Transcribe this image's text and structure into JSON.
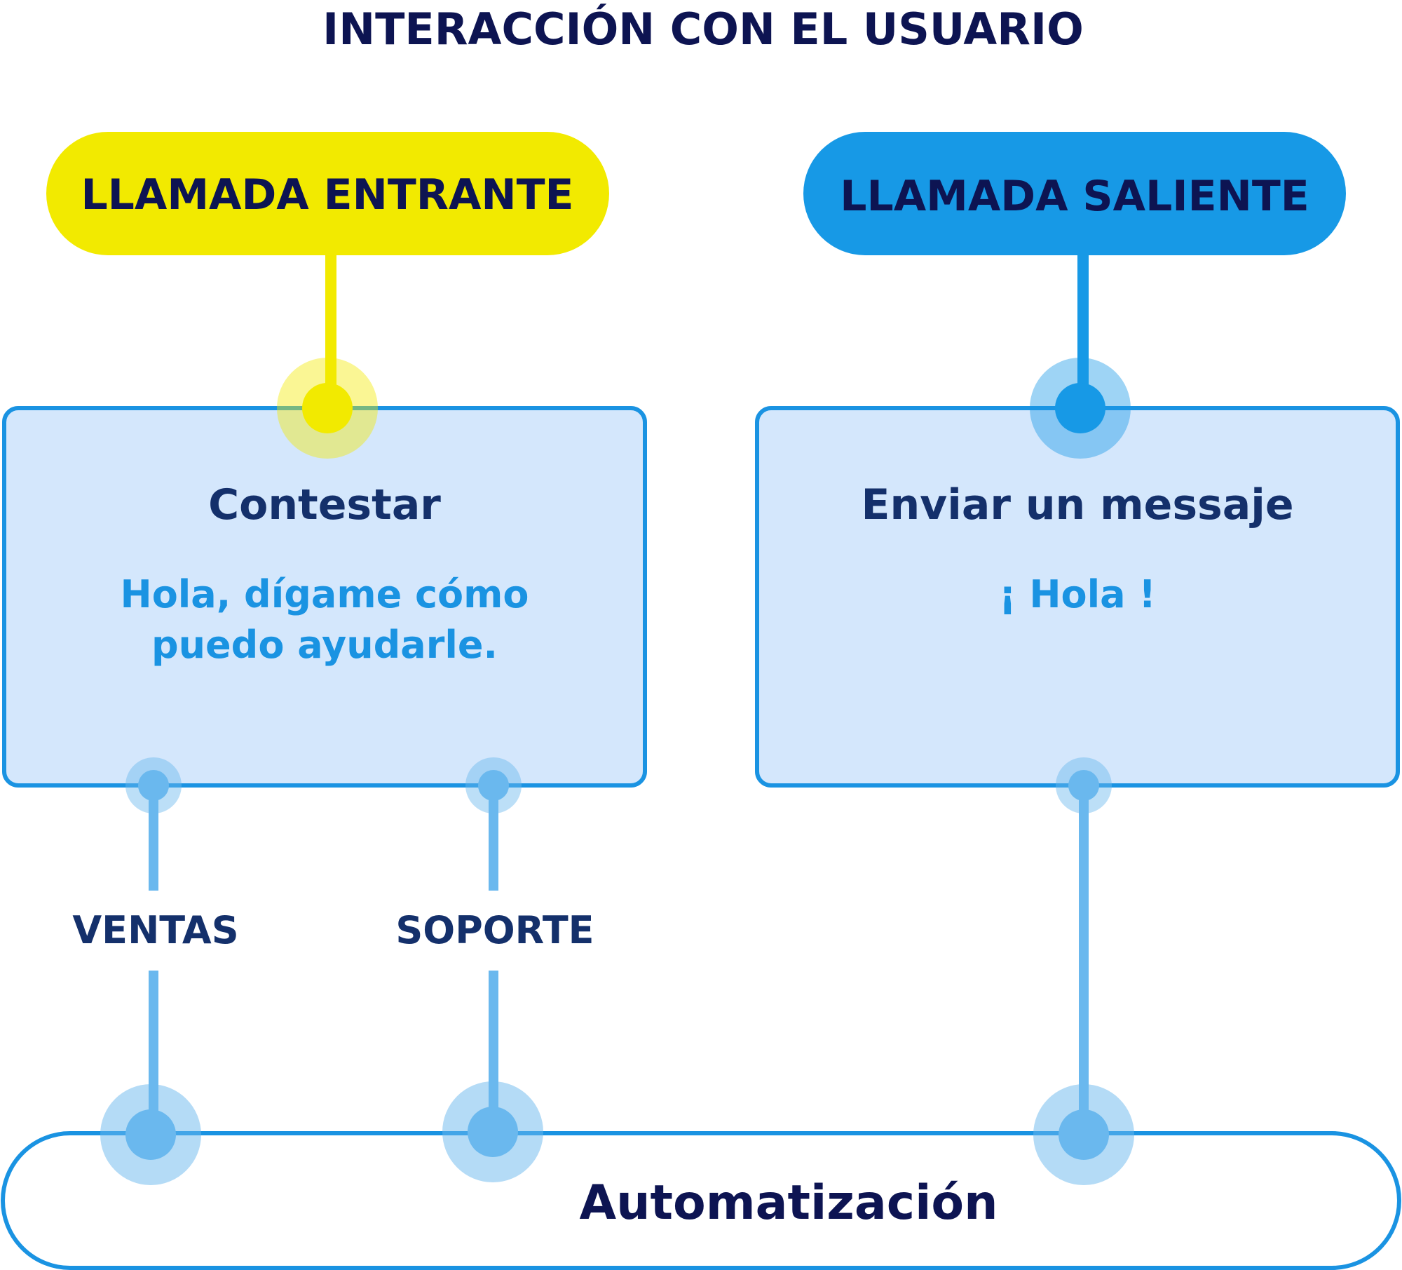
{
  "title": "INTERACCIÓN CON EL USUARIO",
  "incoming": {
    "label": "LLAMADA ENTRANTE",
    "heading": "Contestar",
    "message_line1": "Hola, dígame cómo",
    "message_line2": "puedo ayudarle.",
    "branches": [
      "VENTAS",
      "SOPORTE"
    ]
  },
  "outgoing": {
    "label": "LLAMADA SALIENTE",
    "heading": "Enviar un messaje",
    "message": "¡ Hola !"
  },
  "automation": {
    "label": "Automatización"
  },
  "colors": {
    "yellow": "#f2ea00",
    "blue": "#1799e6",
    "box_fill": "#d4e7fc",
    "box_stroke": "#1a93e2",
    "connector": "#6ab8ee",
    "halo": "#b3d8f6",
    "navy": "#0d1452"
  }
}
